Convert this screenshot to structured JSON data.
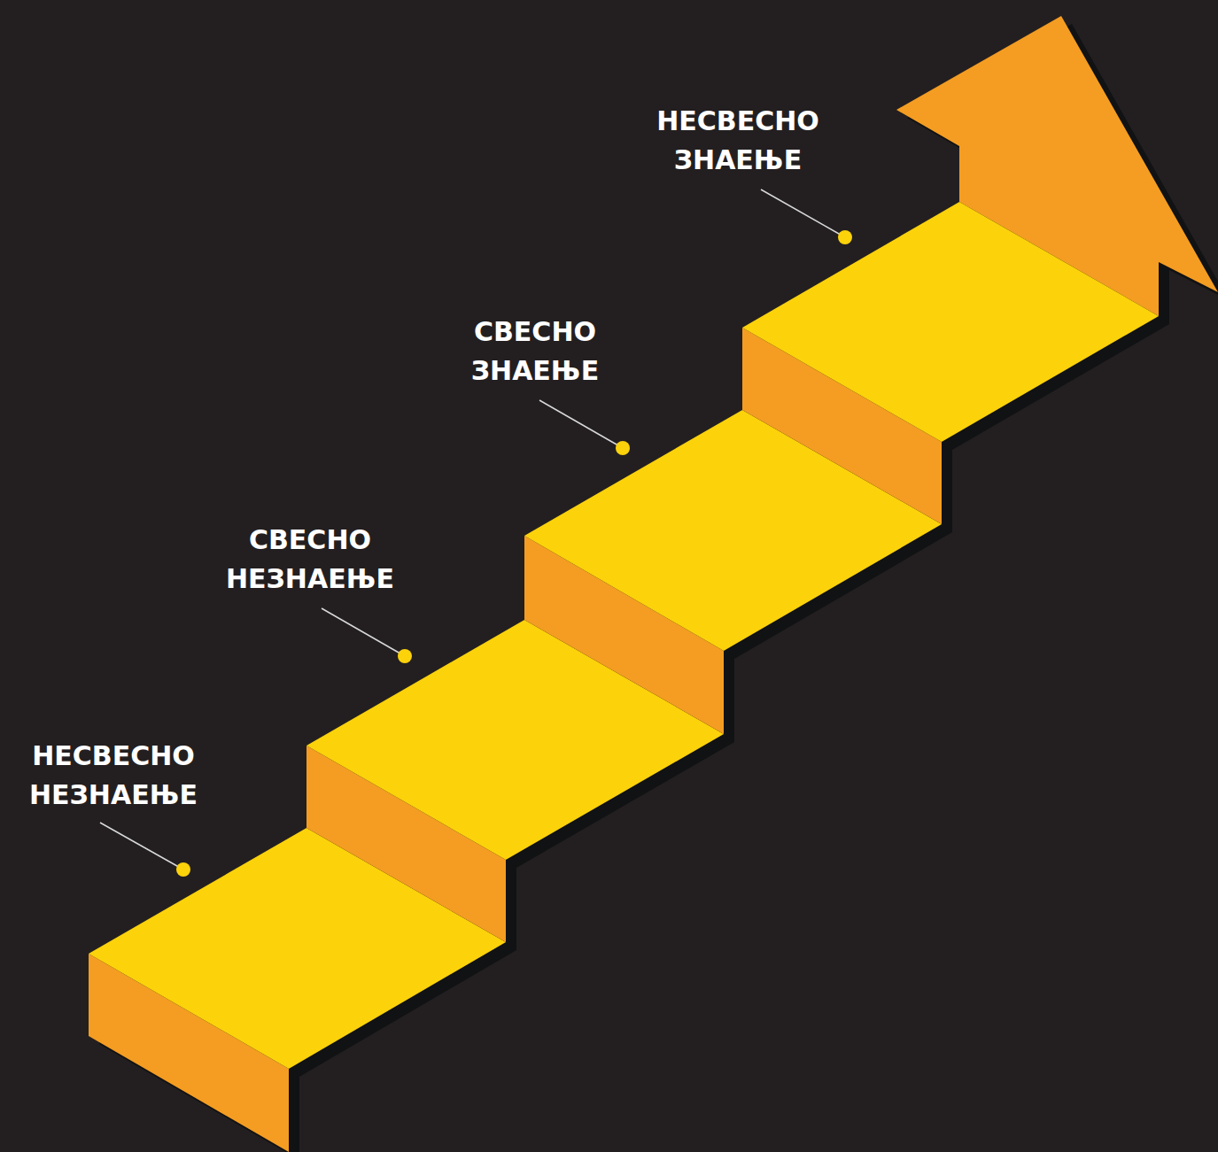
{
  "diagram": {
    "labels": [
      "НЕСВЕСНО НЕЗНАЕЊЕ",
      "СВЕСНО НЕЗНАЕЊЕ",
      "СВЕСНО ЗНАЕЊЕ",
      "НЕСВЕСНО ЗНАЕЊЕ"
    ]
  }
}
